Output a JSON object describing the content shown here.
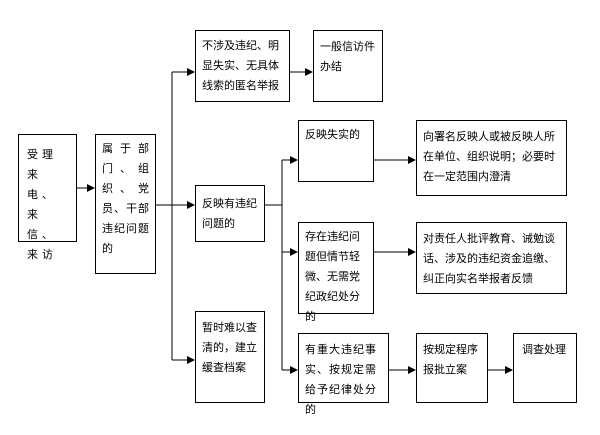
{
  "nodes": {
    "accept": "受理来电、来信、来访",
    "scope": "属于部门、组织、党员、干部违纪问题的",
    "anon_tip": "不涉及违纪、明显失实、无具体线索的匿名举报",
    "general_letter": "一般信访件办结",
    "reflects_violation": "反映有违纪问题的",
    "unclear": "暂时难以查清的，建立缓查档案",
    "untrue": "反映失实的",
    "minor": "存在违纪问题但情节轻微、无需党纪政纪处分的",
    "serious": "有重大违纪事实、按规定需给予纪律处分的",
    "clarify": "向署名反映人或被反映人所在单位、组织说明；必要时在一定范围内澄清",
    "criticize": "对责任人批评教育、诫勉谈话、涉及的违纪资金追缴、纠正向实名举报者反馈",
    "file_case": "按规定程序报批立案",
    "investigate": "调查处理"
  }
}
